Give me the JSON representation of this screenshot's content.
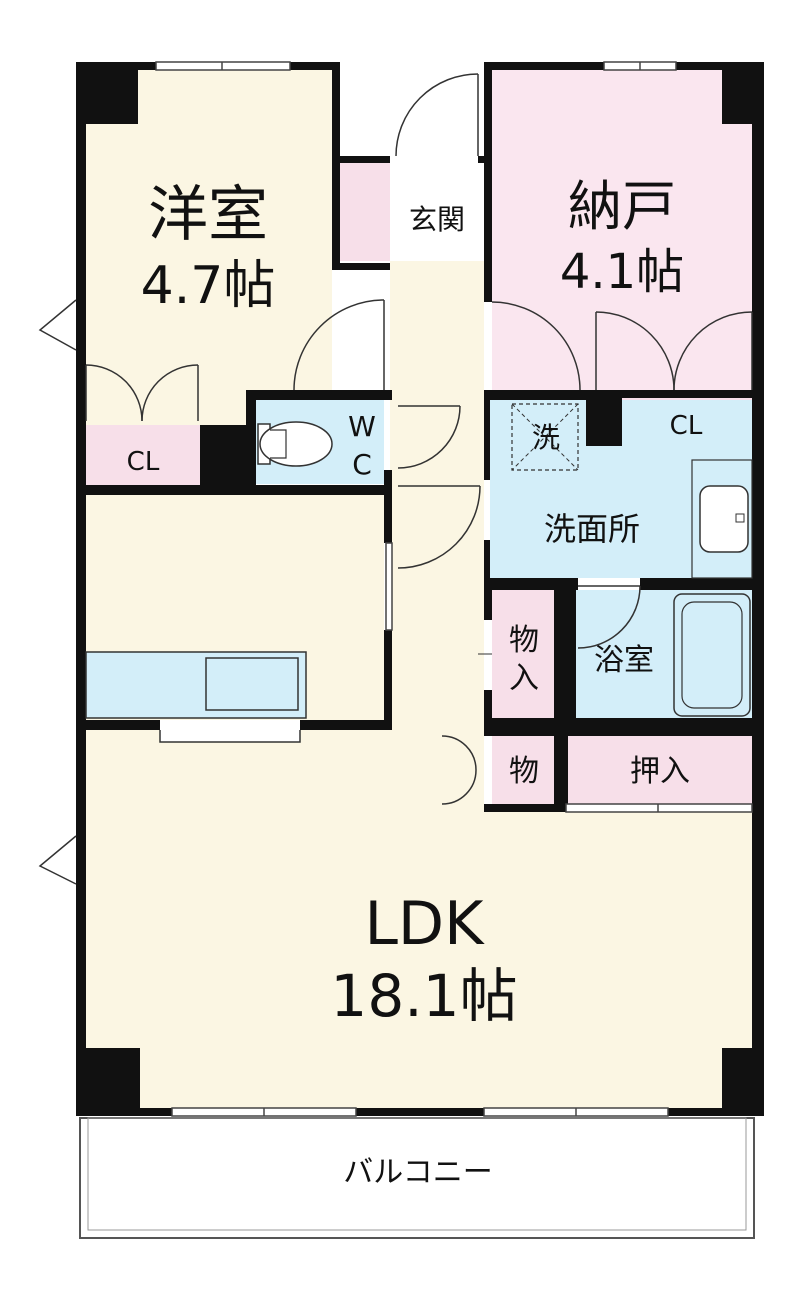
{
  "rooms": {
    "western_room": {
      "name": "洋室",
      "size": "4.7帖"
    },
    "storage_room": {
      "name": "納戸",
      "size": "4.1帖"
    },
    "entrance": {
      "name": "玄関"
    },
    "wc": {
      "line1": "W",
      "line2": "C"
    },
    "closet_left": {
      "name": "CL"
    },
    "closet_right": {
      "name": "CL"
    },
    "washing_machine": {
      "name": "洗"
    },
    "washroom": {
      "name": "洗面所"
    },
    "storage_small": {
      "line1": "物",
      "line2": "入"
    },
    "bathroom": {
      "name": "浴室"
    },
    "storage_mono": {
      "name": "物"
    },
    "oshiire": {
      "name": "押入"
    },
    "ldk": {
      "name": "LDK",
      "size": "18.1帖"
    },
    "balcony": {
      "name": "バルコニー"
    }
  },
  "colors": {
    "western_floor": "#fbf6e3",
    "storage_floor": "#fae6ef",
    "closet_floor": "#f7dfe9",
    "water_floor": "#d3eef9",
    "ldk_floor": "#fbf6e3",
    "wall": "#111111"
  }
}
